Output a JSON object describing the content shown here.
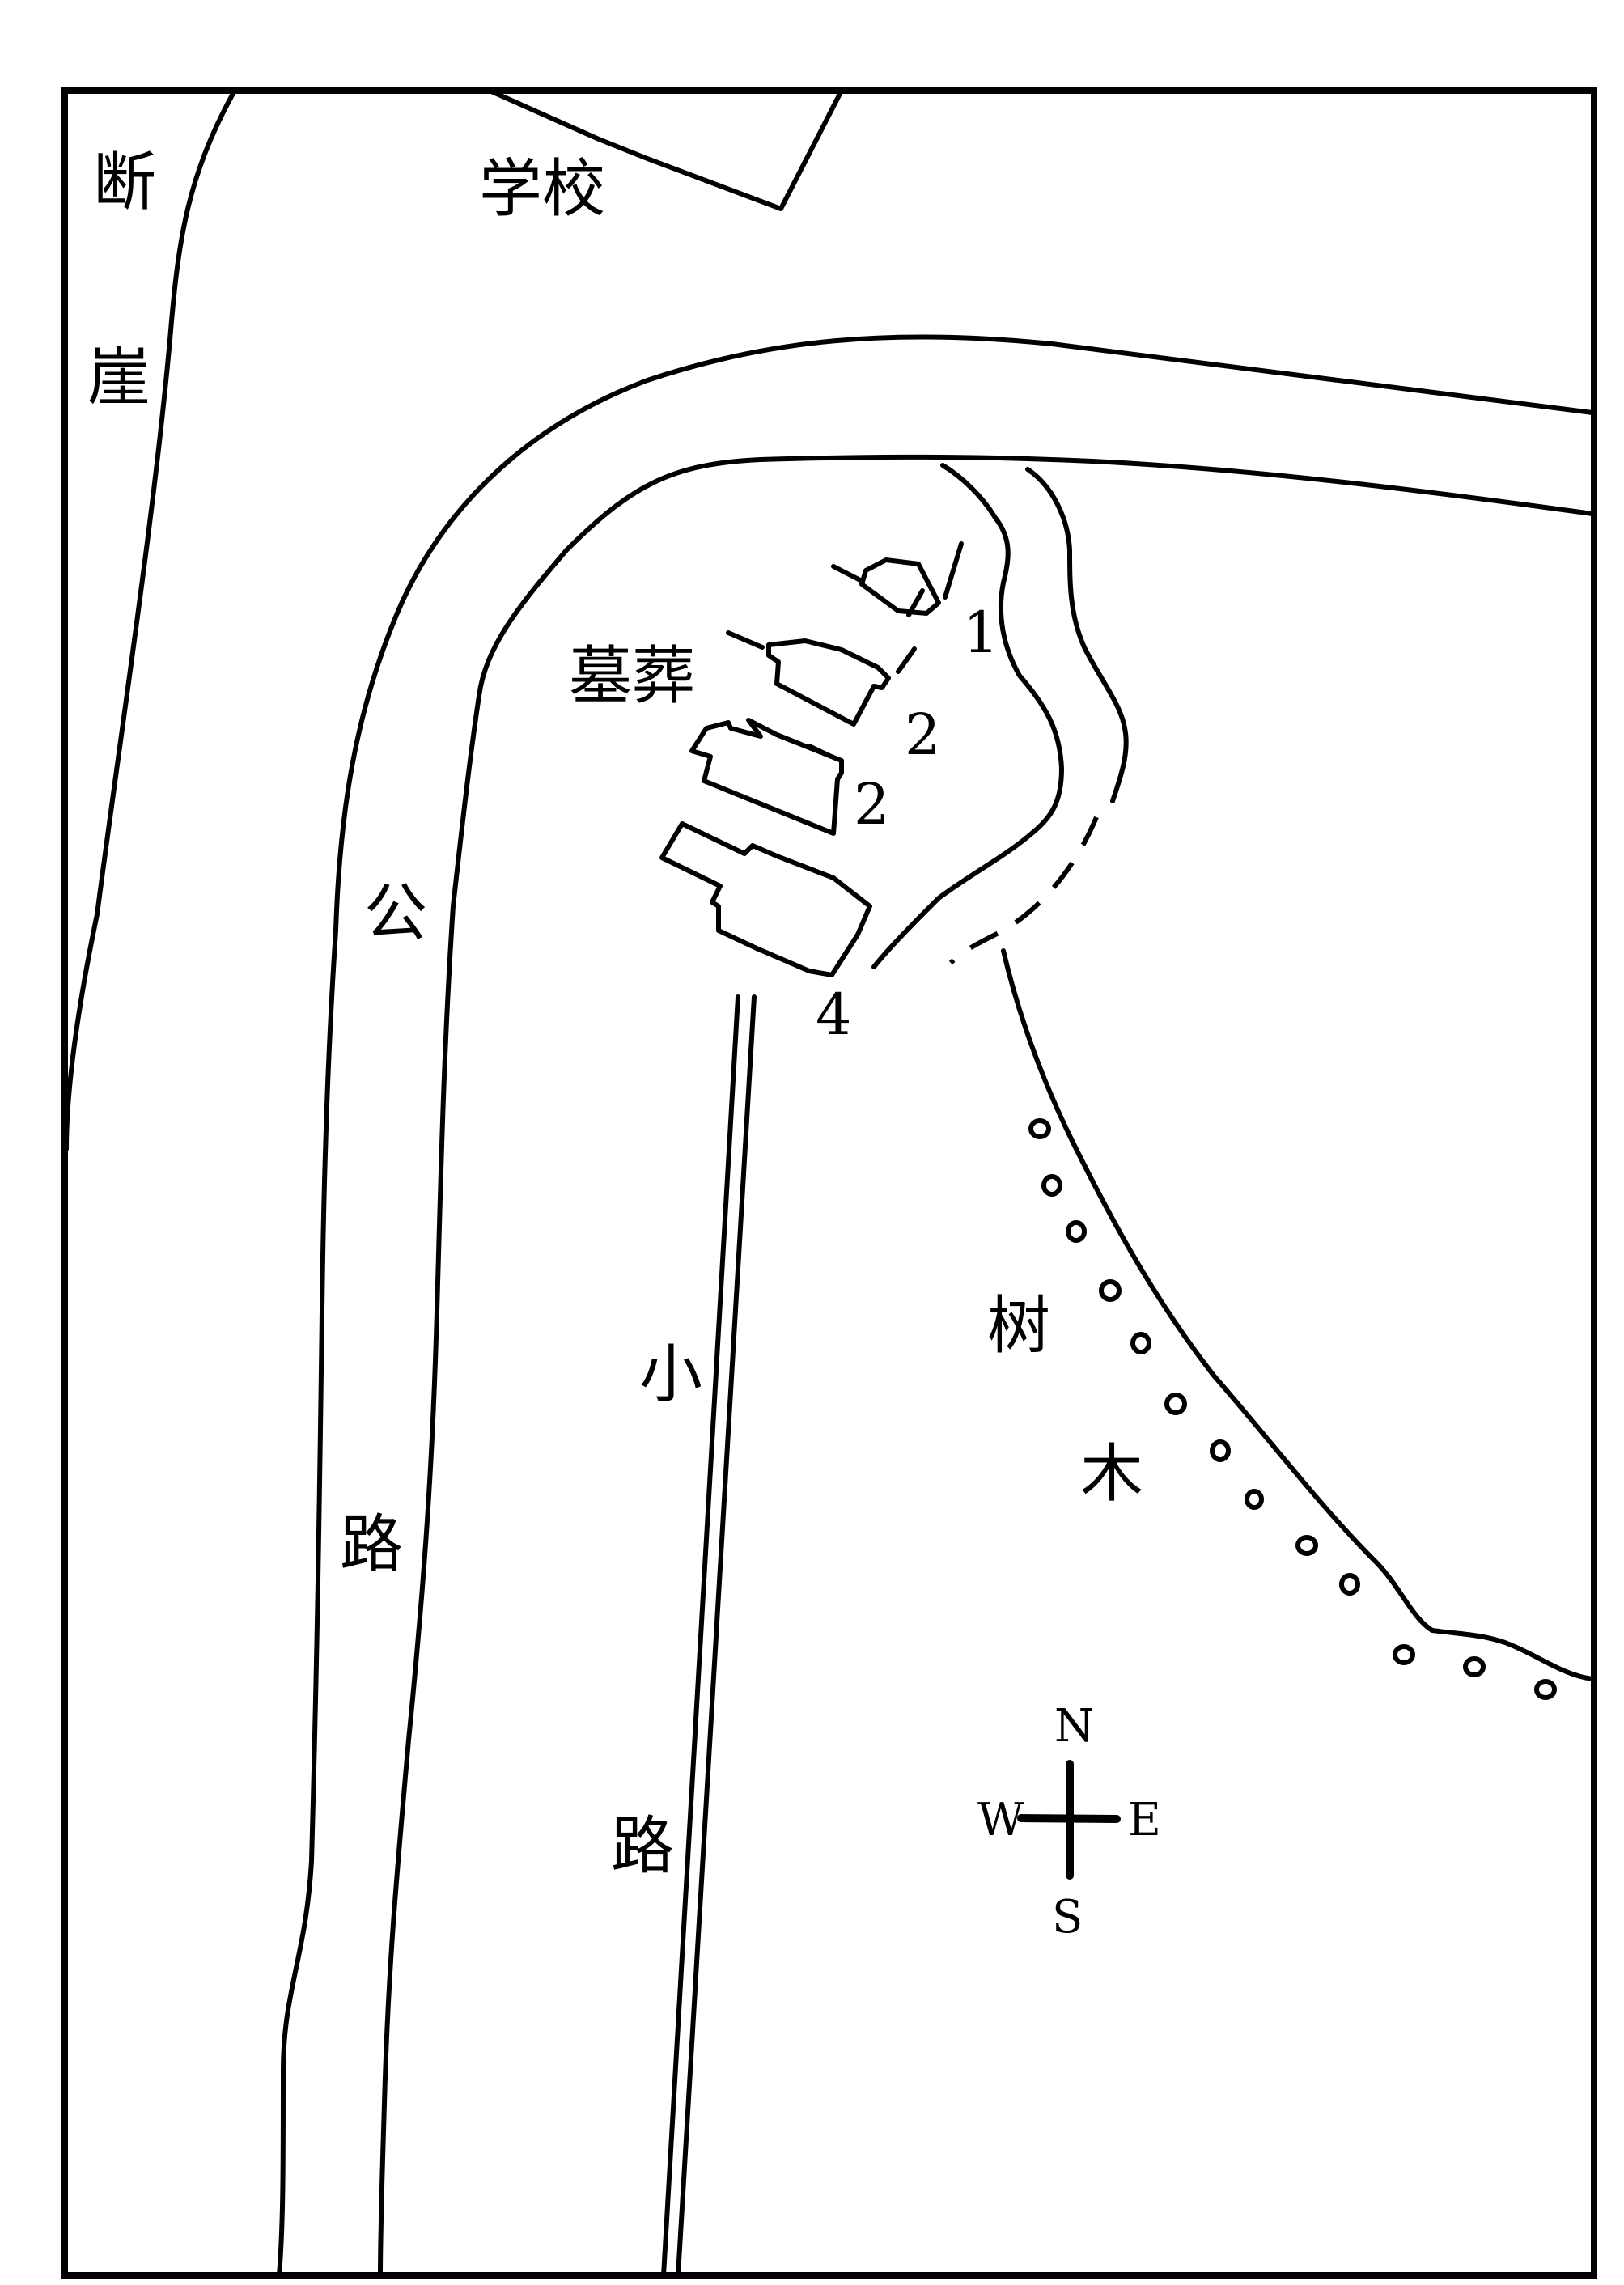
{
  "map": {
    "labels": {
      "cliff_char1": "断",
      "cliff_char2": "崖",
      "school": "学校",
      "tombs": "墓葬",
      "highway_char1": "公",
      "highway_char2": "路",
      "path_char1": "小",
      "path_char2": "路",
      "trees_char1": "树",
      "trees_char2": "木"
    },
    "tomb_numbers": [
      "1",
      "2",
      "2",
      "4"
    ],
    "compass": {
      "north": "N",
      "south": "S",
      "east": "E",
      "west": "W"
    }
  }
}
